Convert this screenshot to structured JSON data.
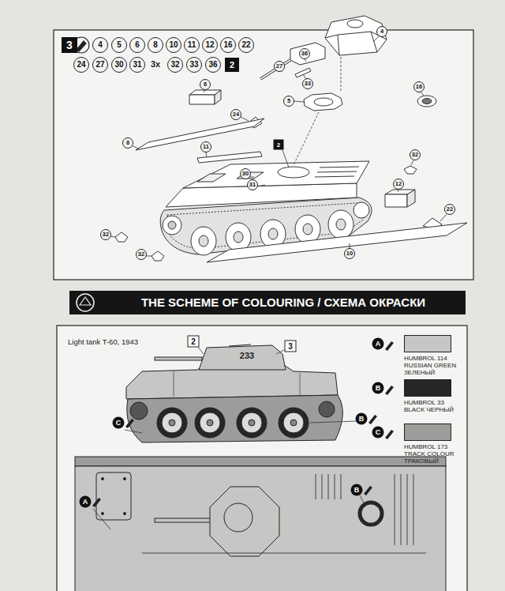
{
  "diagram": {
    "title": "THE SCHEME OF COLOURING / СХЕМА ОКРАСКИ",
    "labels": [
      "3",
      "4",
      "5",
      "6",
      "8",
      "10",
      "11",
      "12",
      "16",
      "22",
      "24",
      "27",
      "30",
      "31",
      "3x",
      "32",
      "33",
      "36",
      "2",
      "4",
      "36",
      "27",
      "33",
      "5",
      "16",
      "6",
      "24",
      "8",
      "11",
      "2",
      "30",
      "31",
      "32",
      "12",
      "22",
      "32",
      "32",
      "10",
      "Light tank T-60, 1943",
      "2",
      "233",
      "3",
      "A",
      "B",
      "C",
      "C",
      "B",
      "A",
      "B"
    ],
    "legend": [
      {
        "text": "HUMBROL 114 RUSSIAN GREEN ЗЕЛЕНЫЙ",
        "color": "#c6c6c4"
      },
      {
        "text": "HUMBROL 33 BLACK ЧЕРНЫЙ",
        "color": "#262626"
      },
      {
        "text": "HUMBROL 173 TRACK COLOUR ТРАКОВЫЙ",
        "color": "#9c9c9a"
      }
    ]
  }
}
